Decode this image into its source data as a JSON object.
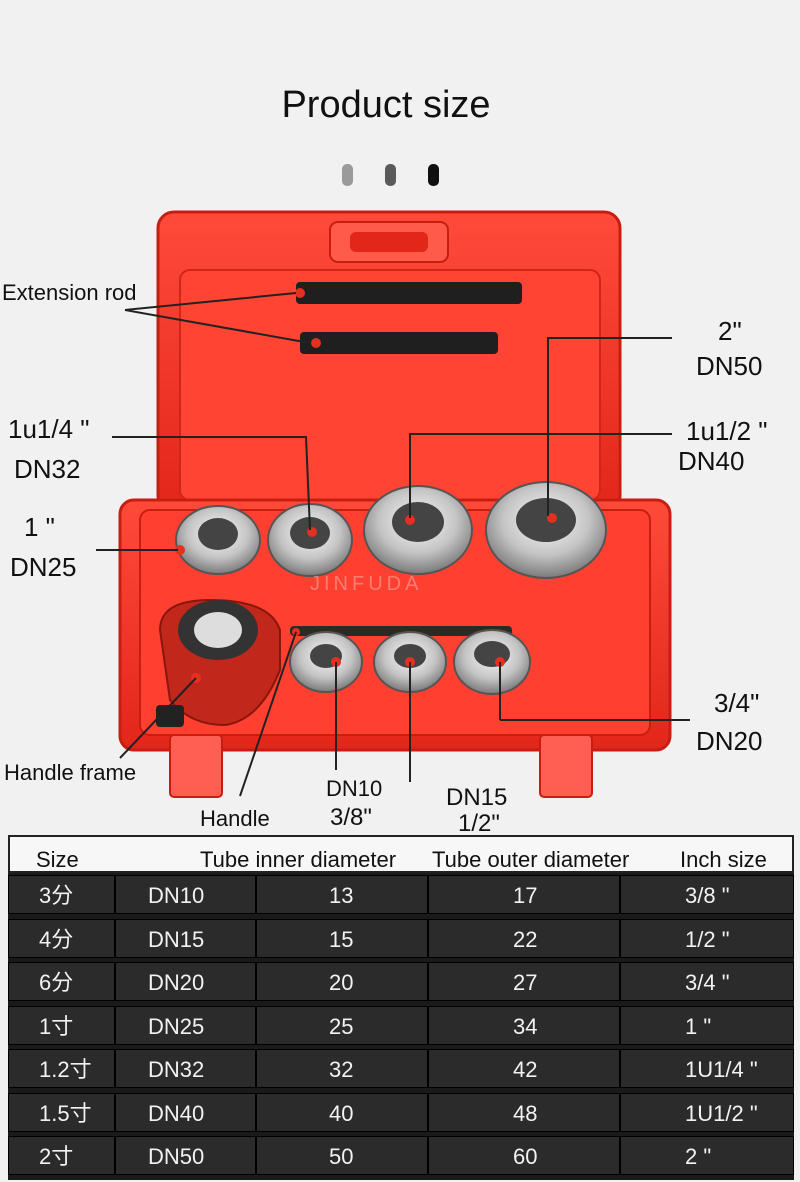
{
  "title": "Product size",
  "dots": [
    {
      "name": "dot-light",
      "color": "#9a9a9a"
    },
    {
      "name": "dot-mid",
      "color": "#5a5a5a"
    },
    {
      "name": "dot-dark",
      "color": "#111111"
    }
  ],
  "watermark": "JINFUDA",
  "labels": {
    "extension_rod": "Extension rod",
    "dn50_inch": "2\"",
    "dn50": "DN50",
    "dn32_inch": "1u1/4 \"",
    "dn32": "DN32",
    "dn40_inch": "1u1/2 \"",
    "dn40": "DN40",
    "dn25_inch": "1 \"",
    "dn25": "DN25",
    "dn20_inch": "3/4\"",
    "dn20": "DN20",
    "handle_frame": "Handle frame",
    "handle": "Handle",
    "dn10": "DN10",
    "dn10_inch": "3/8\"",
    "dn15": "DN15",
    "dn15_inch": "1/2\""
  },
  "table": {
    "headers": [
      "Size",
      "Tube inner diameter",
      "Tube outer diameter",
      "Inch size"
    ],
    "rows": [
      [
        "3分",
        "DN10",
        "13",
        "17",
        "3/8 \""
      ],
      [
        "4分",
        "DN15",
        "15",
        "22",
        "1/2 \""
      ],
      [
        "6分",
        "DN20",
        "20",
        "27",
        "3/4 \""
      ],
      [
        "1寸",
        "DN25",
        "25",
        "34",
        "1 \""
      ],
      [
        "1.2寸",
        "DN32",
        "32",
        "42",
        "1U1/4 \""
      ],
      [
        "1.5寸",
        "DN40",
        "40",
        "48",
        "1U1/2 \""
      ],
      [
        "2寸",
        "DN50",
        "50",
        "60",
        "2 \""
      ]
    ]
  }
}
